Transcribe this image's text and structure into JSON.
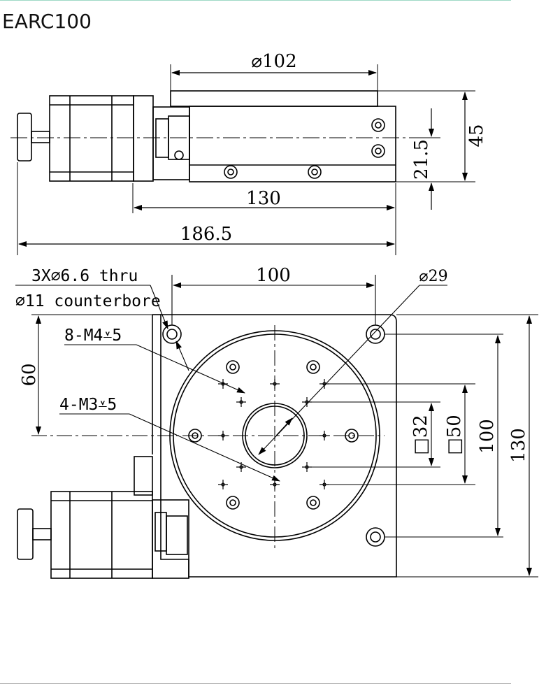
{
  "title": "EARC100",
  "side_view": {
    "dims": {
      "diameter_top": "⌀102",
      "height_total": "45",
      "height_axis": "21.5",
      "body_length": "130",
      "overall_length": "186.5"
    }
  },
  "top_view": {
    "notes": {
      "holes_line1": "3X⌀6.6 thru",
      "holes_line2": "⌀11 counterbore",
      "thread_8": "8-M4⩡5",
      "thread_4": "4-M3⩡5"
    },
    "dims": {
      "hole_spacing": "100",
      "center_hole": "⌀29",
      "offset_60": "60",
      "square_32": "□32",
      "square_50": "□50",
      "hole_spacing_v": "100",
      "overall_130": "130"
    }
  }
}
